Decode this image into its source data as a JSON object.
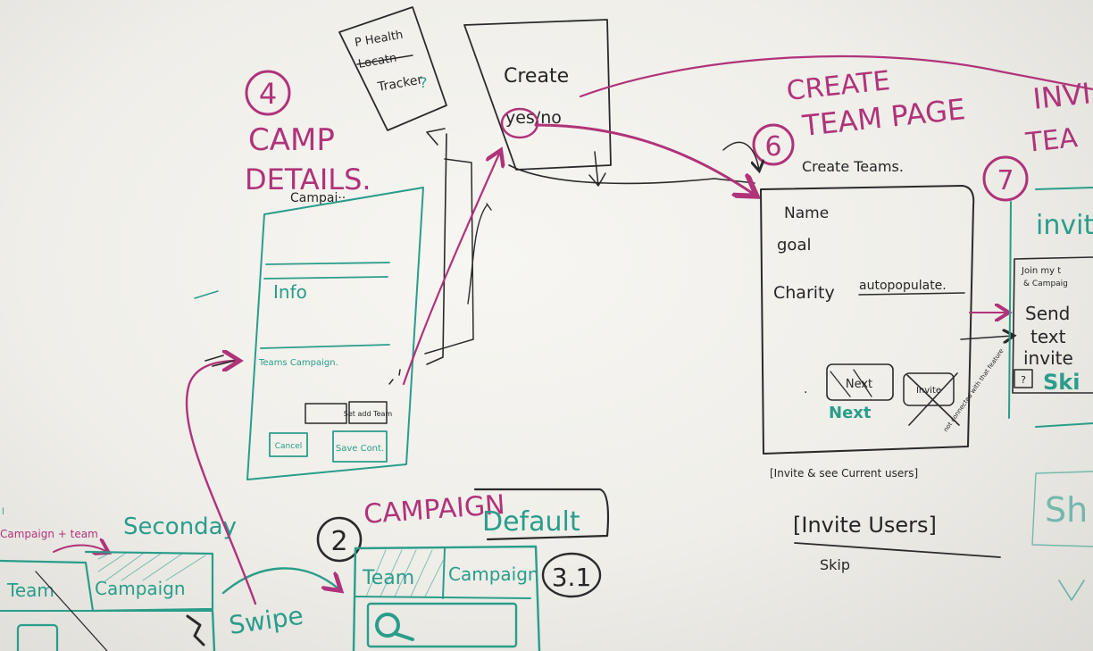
{
  "colors": {
    "magenta": "#b0337a",
    "teal": "#2a9d8a",
    "black": "#262626",
    "board": "#f3f2ee"
  },
  "step4": {
    "number": "4",
    "title_line1": "CAMP",
    "title_line2": "DETAILS.",
    "caption": "Campai··"
  },
  "step4_screen": {
    "info_label": "Info",
    "teams_label": "Teams Campaign.",
    "button_add": "Set add Team",
    "button_cancel": "Cancel",
    "button_save": "Save Cont."
  },
  "tracker_note": {
    "line1": "P Health",
    "line2": "Locatn",
    "line3": "Tracker",
    "mark": "?"
  },
  "create_note": {
    "line1": "Create",
    "line2": "yes/no"
  },
  "step6": {
    "number": "6",
    "title_line1": "CREATE",
    "title_line2": "TEAM PAGE",
    "caption": "Create Teams."
  },
  "step6_screen": {
    "field_name": "Name",
    "field_goal": "goal",
    "field_charity": "Charity",
    "charity_note": "autopopulate.",
    "button_next": "Next",
    "button_next_label": "Next",
    "button_invite": "Invite",
    "side_note": "not connected with that feature"
  },
  "step6_footer": {
    "caption": "[Invite & see Current users]",
    "invite_button": "[Invite Users]",
    "skip": "Skip"
  },
  "step7": {
    "number": "7",
    "title_line1": "INVI",
    "title_line2": "TEA",
    "heading": "invit"
  },
  "step7_screen": {
    "line1": "Join my t",
    "line2": "& Campaig",
    "line3": "Send",
    "line4": "text",
    "line5": "invite",
    "check_label": "?",
    "skip": "Ski"
  },
  "step2": {
    "number": "2",
    "title": "Seconday",
    "caption": "Campaign + team",
    "tab_team": "Team",
    "tab_campaign": "Campaign",
    "gesture": "Swipe"
  },
  "step3": {
    "number": "3.1",
    "title": "CAMPAIGN",
    "badge": "Default",
    "tab_team": "Team",
    "tab_campaign": "Campaign"
  },
  "misc": {
    "label_left": "l",
    "partial": "Sh"
  },
  "icons": [
    "search-icon",
    "arrow-icon",
    "checkbox-icon"
  ]
}
